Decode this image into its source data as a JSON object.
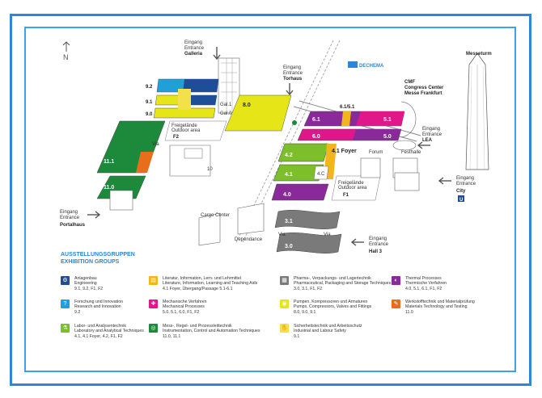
{
  "north_label": "N",
  "entrances": {
    "galleria": {
      "de": "Eingang",
      "en": "Entrance",
      "name": "Galleria"
    },
    "torhaus": {
      "de": "Eingang",
      "en": "Entrance",
      "name": "Torhaus"
    },
    "lea": {
      "de": "Eingang",
      "en": "Entrance",
      "name": "LEA"
    },
    "city": {
      "de": "Eingang",
      "en": "Entrance",
      "name": "City"
    },
    "portalhaus": {
      "de": "Eingang",
      "en": "Entrance",
      "name": "Portalhaus"
    },
    "hall3": {
      "de": "Eingang",
      "en": "Entrance",
      "name": "Hall 3"
    }
  },
  "buildings": {
    "messeturm": "Messeturm",
    "dechema": "DECHEMA",
    "cmf": {
      "line1": "CMF",
      "line2": "Congress Center",
      "line3": "Messe Frankfurt"
    },
    "forum": "Forum",
    "festhalle": "Festhalle",
    "cargo": "Cargo Center",
    "dependance": "Dependance",
    "gal1": "Gal.1",
    "gal0": "Gal.0"
  },
  "halls": {
    "h9_2": "9.2",
    "h9_1": "9.1",
    "h9_0": "9.0",
    "h8_0": "8.0",
    "h11_1": "11.1",
    "h11_0": "11.0",
    "h10": "10",
    "h6_1_5_1": "6.1/5.1",
    "h6_1": "6.1",
    "h5_1": "5.1",
    "h6_0": "6.0",
    "h5_0": "5.0",
    "h4_2": "4.2",
    "h4_1": "4.1",
    "h4_1_foyer": "4.1 Foyer",
    "h4_c": "4.C",
    "h4_0": "4.0",
    "h3_1": "3.1",
    "h3_0": "3.0",
    "via_a": "Via",
    "via_b": "Via",
    "via_c": "Via"
  },
  "outdoor": {
    "f2": {
      "de": "Freigelände",
      "en": "Outdoor area",
      "code": "F2"
    },
    "f1": {
      "de": "Freigelände",
      "en": "Outdoor area",
      "code": "F1"
    }
  },
  "legend": {
    "title_de": "AUSSTELLUNGSGRUPPEN",
    "title_en": "EXHIBITION GROUPS",
    "items": [
      {
        "color": "#1f4e98",
        "icon": "engineering-icon",
        "glyph": "⚙",
        "de": "Anlagenbau",
        "en": "Engineering",
        "halls": "9.1, 9.2, F1, F2"
      },
      {
        "color": "#1fa0d8",
        "icon": "research-icon",
        "glyph": "?",
        "de": "Forschung und Innovation",
        "en": "Research and Innovation",
        "halls": "9.2"
      },
      {
        "color": "#7cbf2a",
        "icon": "laboratory-icon",
        "glyph": "⚗",
        "de": "Labor- und Analysentechnik",
        "en": "Laboratory and Analytical Techniques",
        "halls": "4.1, 4.1 Foyer, 4.2, F1, F2"
      },
      {
        "color": "#f2b61a",
        "icon": "literature-icon",
        "glyph": "▤",
        "de": "Literatur, Information, Lern- und Lehrmittel",
        "en": "Literature, Information, Learning and Teaching Aids",
        "halls": "4.1 Foyer, Übergang/Passage 5.1-6.1"
      },
      {
        "color": "#e0178a",
        "icon": "mechanical-icon",
        "glyph": "✚",
        "de": "Mechanische Verfahren",
        "en": "Mechanical Processes",
        "halls": "5.0, 5.1, 6.0, F1, F2"
      },
      {
        "color": "#1c8a3a",
        "icon": "control-icon",
        "glyph": "◎",
        "de": "Mess-, Regel- und Prozessleittechnik",
        "en": "Instrumentation, Control and Automation Techniques",
        "halls": "11.0, 11.1"
      },
      {
        "color": "#7a7a7a",
        "icon": "packaging-icon",
        "glyph": "▦",
        "de": "Pharma-, Verpackungs- und Lagertechnik",
        "en": "Pharmaceutical, Packaging and Storage Techniques",
        "halls": "3.0, 3.1, F1, F2"
      },
      {
        "color": "#e5e517",
        "icon": "pump-icon",
        "glyph": "◉",
        "de": "Pumpen, Kompressoren und Armaturen",
        "en": "Pumps, Compressors, Valves and Fittings",
        "halls": "8.0, 9.0, 9.1"
      },
      {
        "color": "#f4e04a",
        "icon": "safety-icon",
        "glyph": "✋",
        "de": "Sicherheitstechnik und Arbeitsschutz",
        "en": "Industrial and Labour Safety",
        "halls": "9.1"
      },
      {
        "color": "#8a2a9a",
        "icon": "thermal-icon",
        "glyph": "◐",
        "de": "Thermal Processes",
        "en": "Thermische Verfahren",
        "halls": "4.0, 5.1, 6.1, F1, F2"
      },
      {
        "color": "#e86e1c",
        "icon": "materials-icon",
        "glyph": "✎",
        "de": "Werkstofftechnik und Materialprüfung",
        "en": "Materials Technology and Testing",
        "halls": "11.0"
      }
    ]
  }
}
